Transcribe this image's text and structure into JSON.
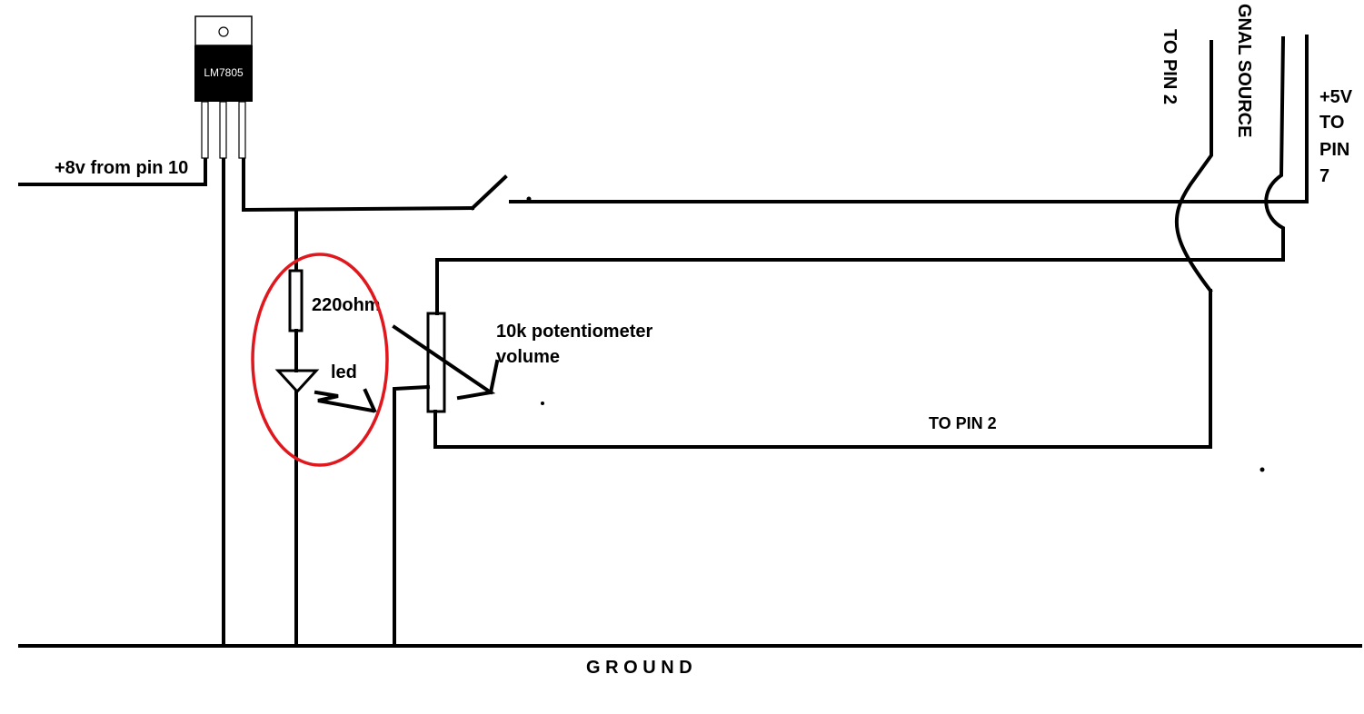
{
  "diagram": {
    "regulator_label": "LM7805",
    "input_label": "+8v from pin 10",
    "resistor_label": "220ohm",
    "led_label": "led",
    "pot_label_line1": "10k potentiometer",
    "pot_label_line2": "volume",
    "to_pin2_label": "TO PIN 2",
    "to_pin2_vertical_label": "TO PIN 2",
    "signal_source_label": "GNAL SOURCE",
    "plus5v_line1": "+5V",
    "plus5v_line2": "TO",
    "plus5v_line3": "PIN",
    "plus5v_line4": "7",
    "ground_label": "G R O U N D",
    "highlight_color": "#e0181e",
    "ink_color": "#000000",
    "regulator_fill": "#000000"
  }
}
